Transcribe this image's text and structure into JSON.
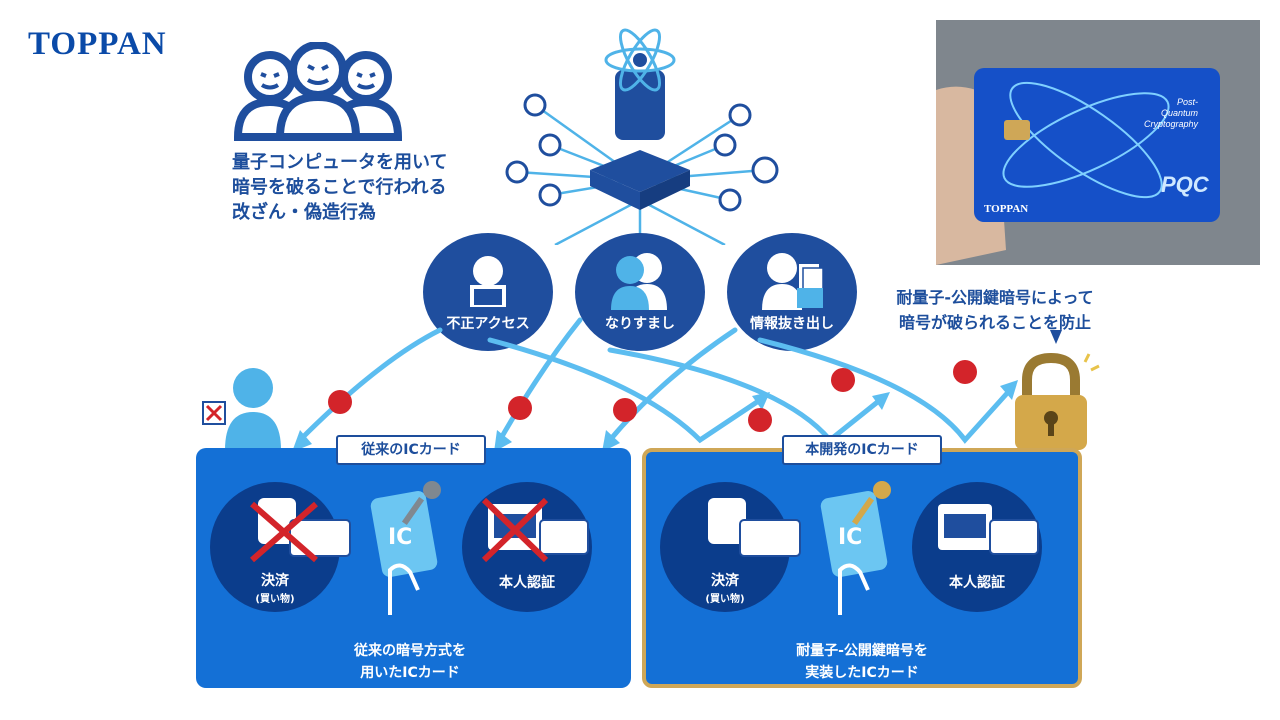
{
  "logo": "TOPPAN",
  "attackers_text": "量子コンピュータを用いて\n暗号を破ることで行われる\n改ざん・偽造行為",
  "threats": [
    "不正アクセス",
    "なりすまし",
    "情報抜き出し"
  ],
  "note": "耐量子-公開鍵暗号によって\n暗号が破られることを防止",
  "left_panel": {
    "title": "従来のICカード",
    "payment": "決済",
    "payment_sub": "(買い物)",
    "identity": "本人認証",
    "card_text": "IC",
    "caption": "従来の暗号方式を\n用いたICカード"
  },
  "right_panel": {
    "title": "本開発のICカード",
    "payment": "決済",
    "payment_sub": "(買い物)",
    "identity": "本人認証",
    "card_text": "IC",
    "caption": "耐量子-公開鍵暗号を\n実装したICカード"
  },
  "photo_card": {
    "label1": "Post-",
    "label2": "Quantum",
    "label3": "Cryptography",
    "pqc": "PQC",
    "brand": "TOPPAN"
  },
  "colors": {
    "navy": "#1f4e9e",
    "blue": "#1470d6",
    "gold": "#cfa757",
    "red": "#d3242a"
  }
}
